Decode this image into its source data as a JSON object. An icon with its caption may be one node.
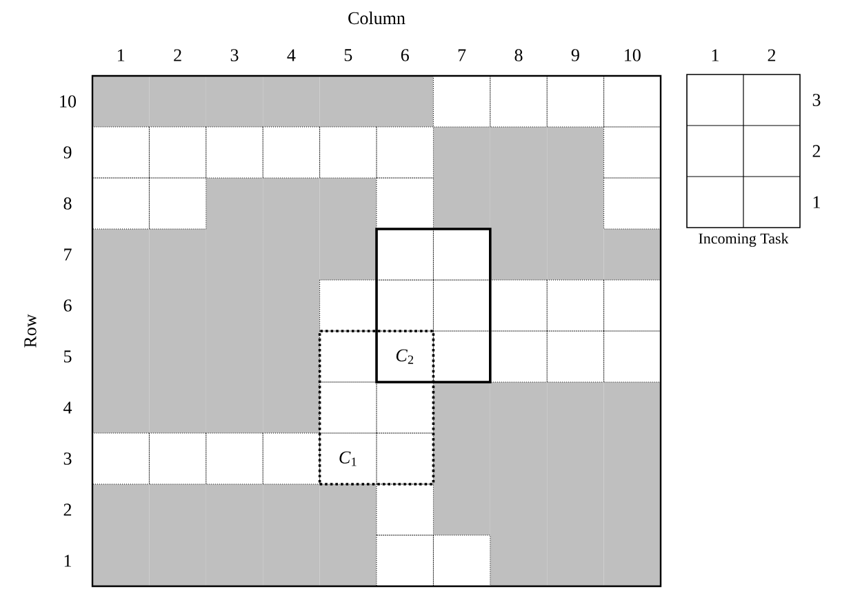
{
  "diagram": {
    "nodes": [
      {
        "text": [
          "Incoming Task"
        ]
      },
      {
        "text": [
          "*C*$_{2}$"
        ]
      },
      {
        "text": [
          "*C*$_{1}$"
        ]
      }
    ],
    "labels": [
      "Column",
      "1",
      "2",
      "3",
      "4",
      "5",
      "6",
      "7",
      "8",
      "9",
      "10",
      "Row",
      "10",
      "9",
      "8",
      "7",
      "6",
      "5",
      "4",
      "3",
      "2",
      "1",
      "1",
      "2",
      "3",
      "2",
      "1"
    ]
  }
}
